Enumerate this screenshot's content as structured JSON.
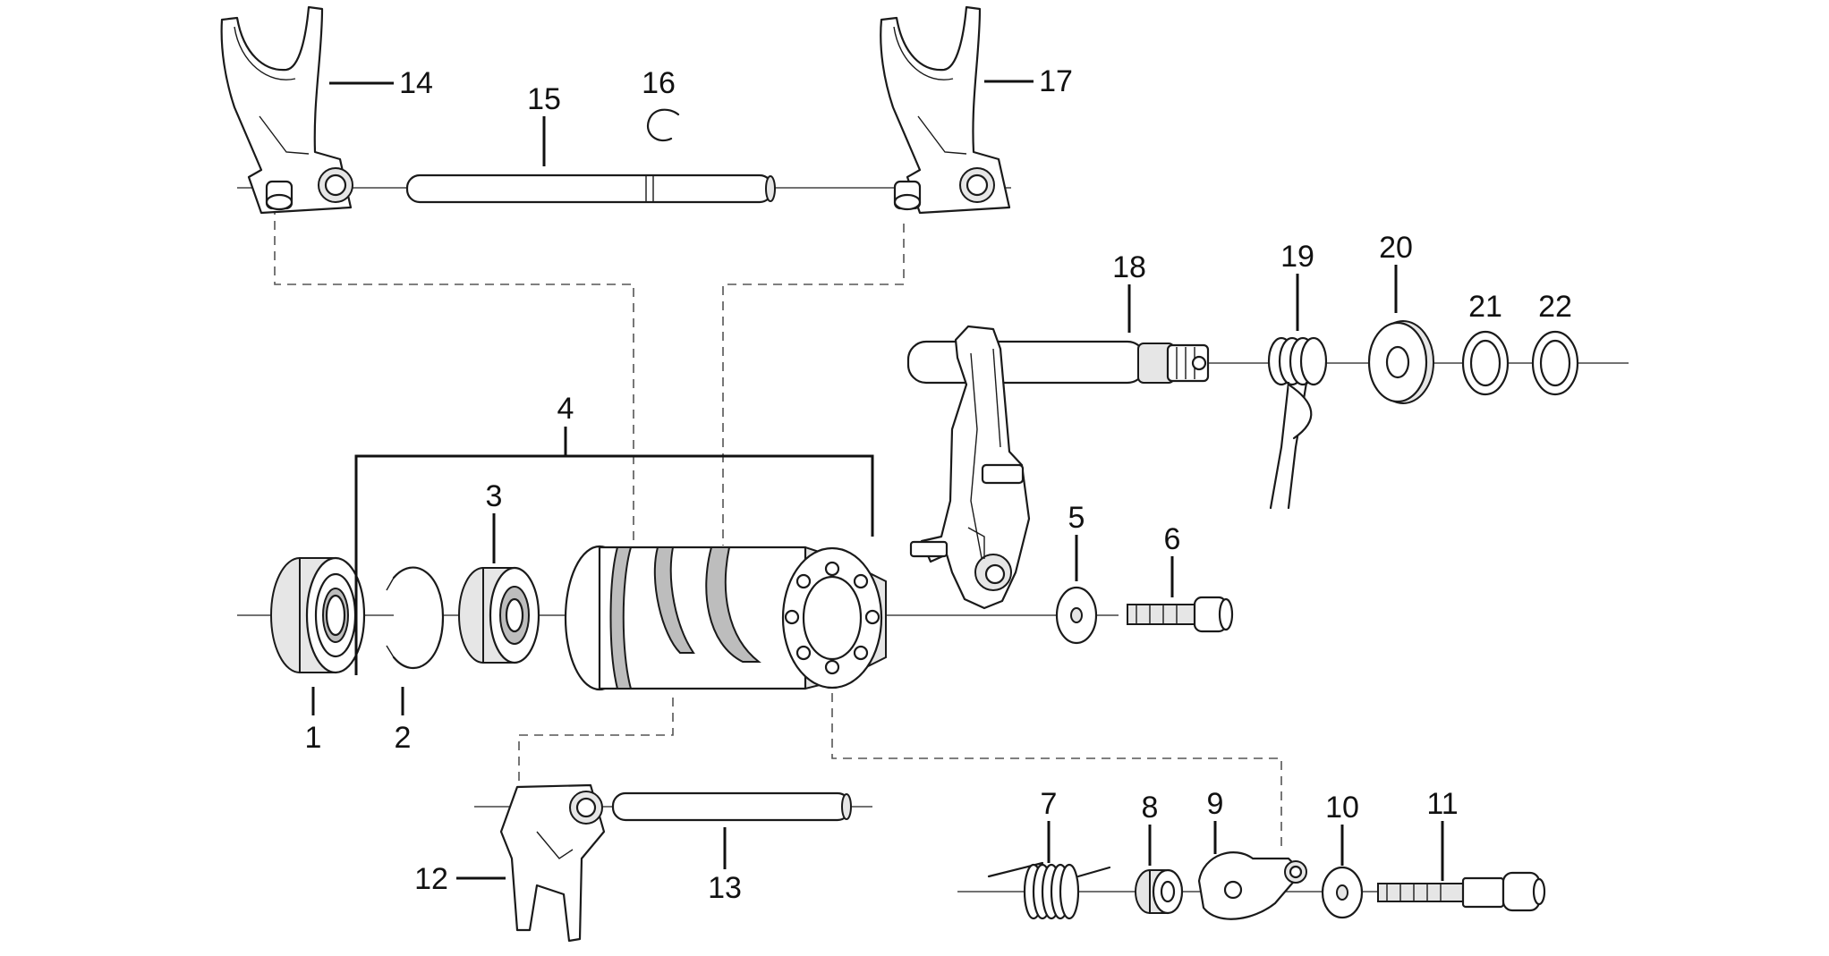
{
  "diagram": {
    "callouts": [
      {
        "label": "1"
      },
      {
        "label": "2"
      },
      {
        "label": "3"
      },
      {
        "label": "4"
      },
      {
        "label": "5"
      },
      {
        "label": "6"
      },
      {
        "label": "7"
      },
      {
        "label": "8"
      },
      {
        "label": "9"
      },
      {
        "label": "10"
      },
      {
        "label": "11"
      },
      {
        "label": "12"
      },
      {
        "label": "13"
      },
      {
        "label": "14"
      },
      {
        "label": "15"
      },
      {
        "label": "16"
      },
      {
        "label": "17"
      },
      {
        "label": "18"
      },
      {
        "label": "19"
      },
      {
        "label": "20"
      },
      {
        "label": "21"
      },
      {
        "label": "22"
      }
    ]
  }
}
